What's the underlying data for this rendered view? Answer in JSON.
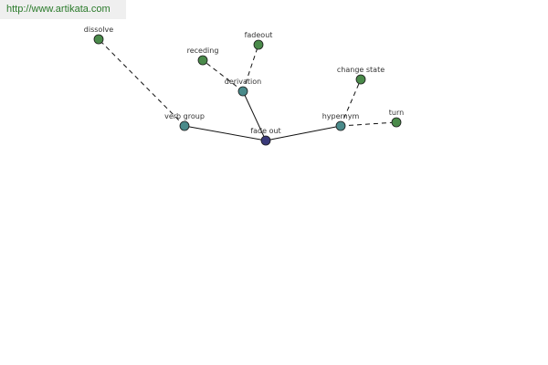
{
  "header": {
    "url": "http://www.artikata.com"
  },
  "colors": {
    "center": "#3a3a7a",
    "relation": "#4a8a8a",
    "leaf": "#4a8a4a",
    "edge": "#111111",
    "node_stroke": "#1a1a1a"
  },
  "graph": {
    "nodes": [
      {
        "id": "fade-out",
        "label": "fade out",
        "kind": "center"
      },
      {
        "id": "verb-group",
        "label": "verb group",
        "kind": "relation"
      },
      {
        "id": "derivation",
        "label": "derivation",
        "kind": "relation"
      },
      {
        "id": "hypernym",
        "label": "hypernym",
        "kind": "relation"
      },
      {
        "id": "dissolve",
        "label": "dissolve",
        "kind": "leaf"
      },
      {
        "id": "receding",
        "label": "receding",
        "kind": "leaf"
      },
      {
        "id": "fadeout",
        "label": "fadeout",
        "kind": "leaf"
      },
      {
        "id": "change-state",
        "label": "change state",
        "kind": "leaf"
      },
      {
        "id": "turn",
        "label": "turn",
        "kind": "leaf"
      }
    ],
    "edges": [
      {
        "from": "fade-out",
        "to": "verb-group",
        "style": "solid"
      },
      {
        "from": "fade-out",
        "to": "derivation",
        "style": "solid"
      },
      {
        "from": "fade-out",
        "to": "hypernym",
        "style": "solid"
      },
      {
        "from": "verb-group",
        "to": "dissolve",
        "style": "dashed"
      },
      {
        "from": "derivation",
        "to": "receding",
        "style": "dashed"
      },
      {
        "from": "derivation",
        "to": "fadeout",
        "style": "dashed"
      },
      {
        "from": "hypernym",
        "to": "change-state",
        "style": "dashed"
      },
      {
        "from": "hypernym",
        "to": "turn",
        "style": "dashed"
      }
    ]
  }
}
